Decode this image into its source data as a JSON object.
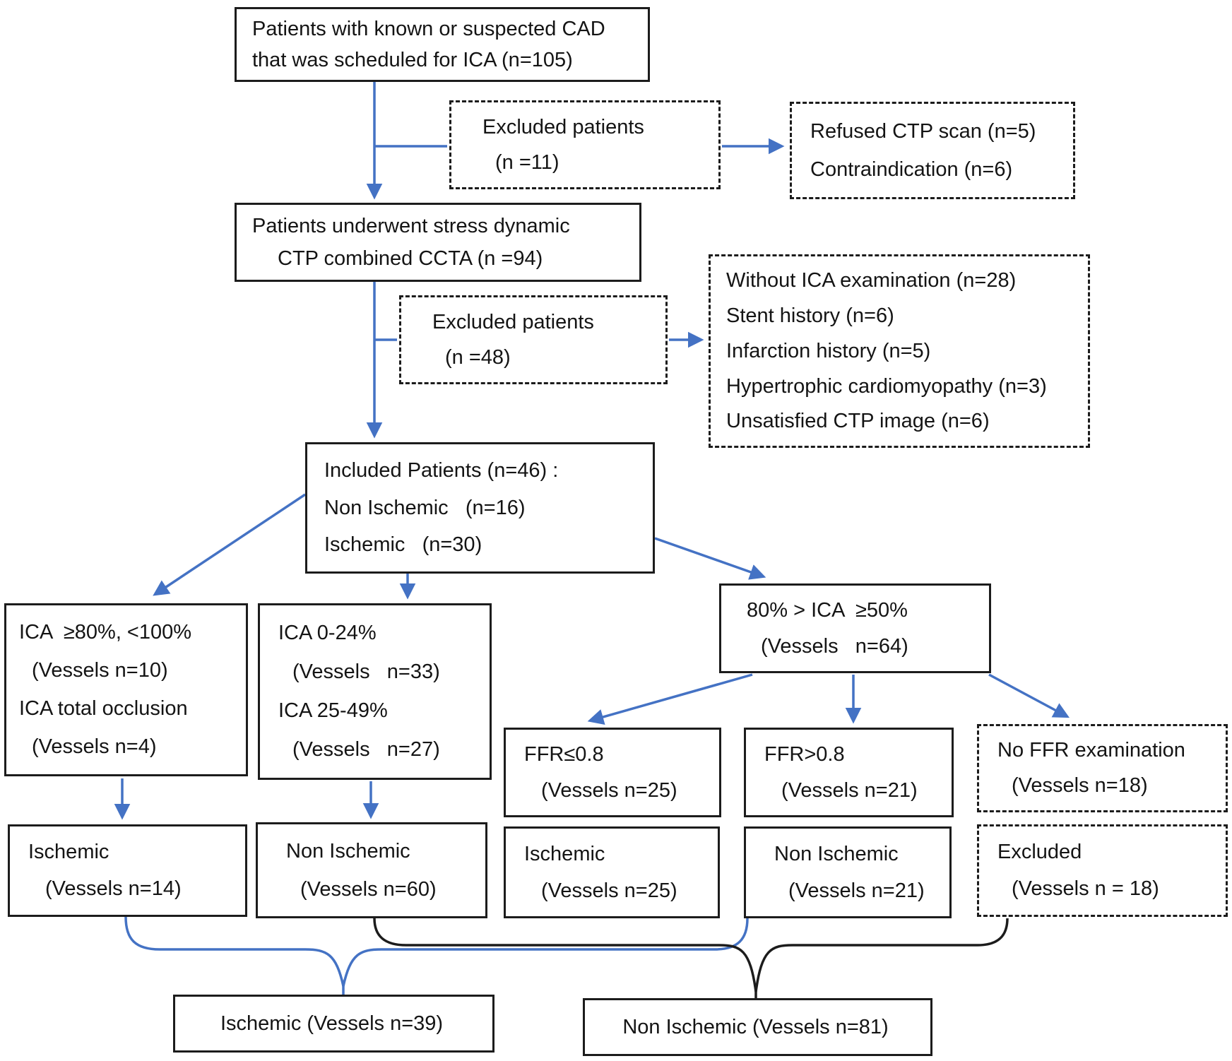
{
  "title": "Patient and vessel inclusion flowchart",
  "colors": {
    "arrow_blue": "#4472c4",
    "line_black": "#1c1c1c",
    "text": "#141414",
    "background": "#ffffff"
  },
  "nodes": {
    "scheduled": {
      "lines": [
        "Patients with known or suspected CAD",
        "that was scheduled for ICA (n=105)"
      ]
    },
    "excluded1": {
      "lines": [
        "Excluded patients",
        "(n =11)"
      ]
    },
    "refused": {
      "lines": [
        "Refused CTP scan (n=5)",
        "Contraindication (n=6)"
      ]
    },
    "underwent": {
      "lines": [
        "Patients underwent stress dynamic",
        "CTP combined CCTA (n =94)"
      ]
    },
    "excluded2": {
      "lines": [
        "Excluded patients",
        "(n =48)"
      ]
    },
    "reasons": {
      "lines": [
        "Without ICA examination (n=28)",
        "Stent history (n=6)",
        "Infarction history (n=5)",
        "Hypertrophic cardiomyopathy (n=3)",
        "Unsatisfied CTP image (n=6)"
      ]
    },
    "included": {
      "lines": [
        "Included Patients (n=46) :",
        "Non Ischemic   (n=16)",
        "Ischemic   (n=30)"
      ]
    },
    "ica_severe": {
      "lines": [
        "ICA  ≥80%, <100%",
        "(Vessels n=10)",
        "ICA total occlusion",
        "(Vessels n=4)"
      ]
    },
    "ica_mild": {
      "lines": [
        "ICA 0-24%",
        "(Vessels   n=33)",
        "ICA 25-49%",
        "(Vessels   n=27)"
      ]
    },
    "ica_mid": {
      "lines": [
        "80% > ICA  ≥50%",
        "(Vessels   n=64)"
      ]
    },
    "ffr_low": {
      "lines": [
        "FFR≤0.8",
        "(Vessels n=25)"
      ]
    },
    "ffr_high": {
      "lines": [
        "FFR>0.8",
        "(Vessels n=21)"
      ]
    },
    "no_ffr": {
      "lines": [
        "No FFR examination",
        "(Vessels n=18)"
      ]
    },
    "ischemic14": {
      "lines": [
        "Ischemic",
        "(Vessels n=14)"
      ]
    },
    "nonischemic60": {
      "lines": [
        "Non Ischemic",
        "(Vessels n=60)"
      ]
    },
    "ischemic25": {
      "lines": [
        "Ischemic",
        "(Vessels n=25)"
      ]
    },
    "nonischemic21": {
      "lines": [
        "Non Ischemic",
        "(Vessels n=21)"
      ]
    },
    "excluded_vessels": {
      "lines": [
        "Excluded",
        "(Vessels n = 18)"
      ]
    },
    "ischemic_total": {
      "lines": [
        "Ischemic (Vessels n=39)"
      ]
    },
    "nonischemic_total": {
      "lines": [
        "Non Ischemic (Vessels n=81)"
      ]
    }
  }
}
